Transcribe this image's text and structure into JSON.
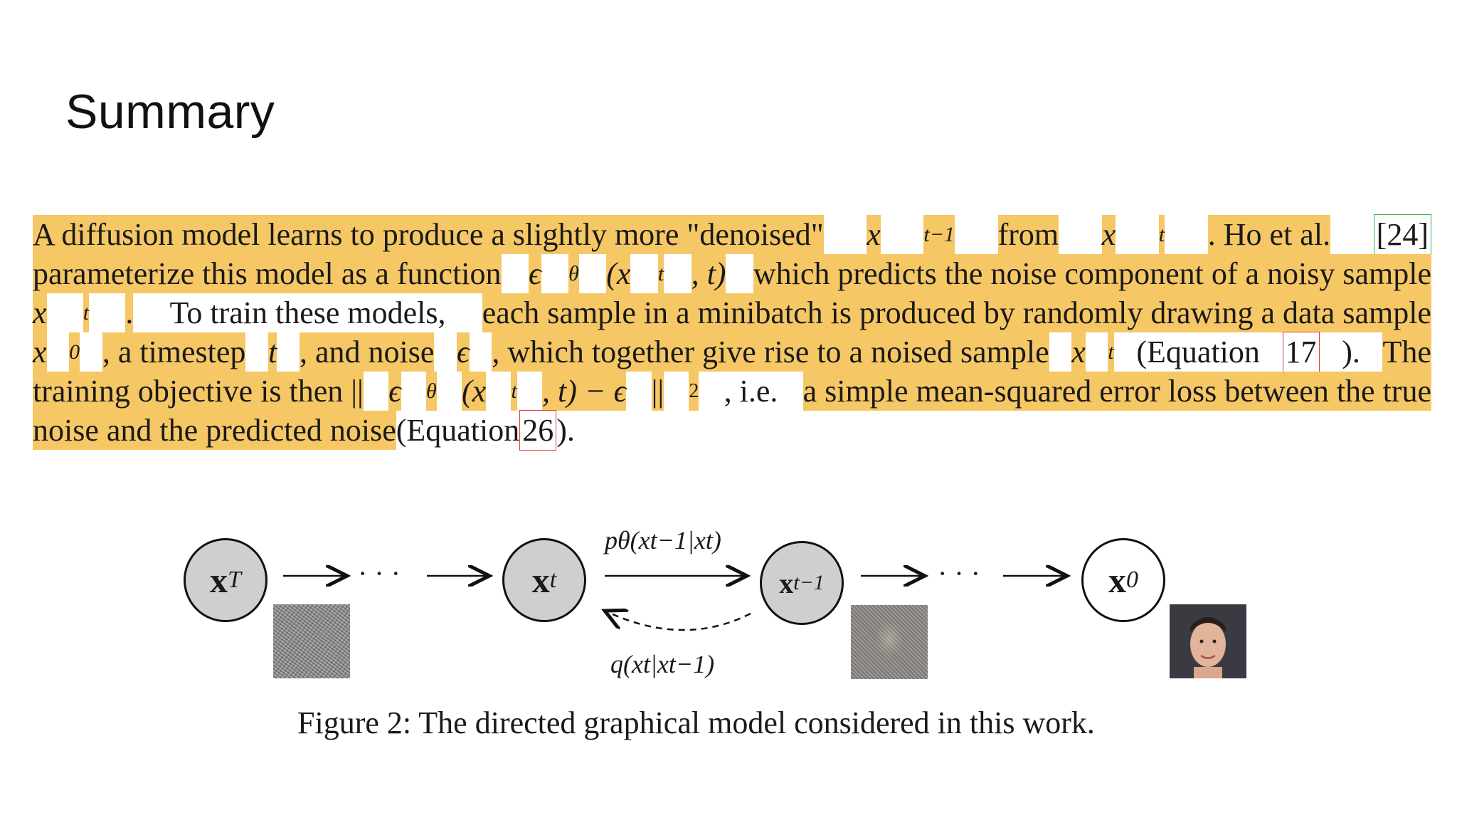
{
  "slide": {
    "title": "Summary"
  },
  "paper": {
    "lines": [
      {
        "id": "l1",
        "segments": [
          {
            "text": "A diffusion model learns to produce a slightly more \"denoised\" ",
            "style": "hl"
          },
          {
            "text": "x",
            "style": "hl math"
          },
          {
            "text": "t−1",
            "style": "hl sub"
          },
          {
            "text": " from ",
            "style": "hl"
          },
          {
            "text": "x",
            "style": "hl math"
          },
          {
            "text": "t",
            "style": "hl sub"
          },
          {
            "text": ". Ho et al. ",
            "style": "hl"
          },
          {
            "text": "[24]",
            "style": "plain ref-green"
          }
        ]
      },
      {
        "id": "l2",
        "segments": [
          {
            "text": "parameterize this model as a function ",
            "style": "hl"
          },
          {
            "text": "ϵ",
            "style": "hl math"
          },
          {
            "text": "θ",
            "style": "hl sub"
          },
          {
            "text": "(x",
            "style": "hl math"
          },
          {
            "text": "t",
            "style": "hl sub"
          },
          {
            "text": ", t)",
            "style": "hl math"
          },
          {
            "text": " which predicts the noise component of a noisy sample",
            "style": "hl"
          }
        ]
      },
      {
        "id": "l3",
        "segments": [
          {
            "text": "x",
            "style": "hl math"
          },
          {
            "text": "t",
            "style": "hl sub"
          },
          {
            "text": ".",
            "style": "hl"
          },
          {
            "text": " To train these models, ",
            "style": "plain"
          },
          {
            "text": "each sample in a minibatch is produced by randomly drawing a data sample",
            "style": "hl"
          }
        ]
      },
      {
        "id": "l4",
        "segments": [
          {
            "text": "x",
            "style": "hl math"
          },
          {
            "text": "0",
            "style": "hl sub"
          },
          {
            "text": ", a timestep ",
            "style": "hl"
          },
          {
            "text": "t",
            "style": "hl math"
          },
          {
            "text": ", and noise ",
            "style": "hl"
          },
          {
            "text": "ϵ",
            "style": "hl math"
          },
          {
            "text": ", which together give rise to a noised sample ",
            "style": "hl"
          },
          {
            "text": "x",
            "style": "hl math"
          },
          {
            "text": "t",
            "style": "hl sub"
          },
          {
            "text": " (Equation ",
            "style": "plain"
          },
          {
            "text": "17",
            "style": "plain ref-red"
          },
          {
            "text": "). ",
            "style": "plain"
          },
          {
            "text": "The",
            "style": "hl"
          }
        ]
      },
      {
        "id": "l5",
        "segments": [
          {
            "text": "training objective is then ||",
            "style": "hl"
          },
          {
            "text": "ϵ",
            "style": "hl math"
          },
          {
            "text": "θ",
            "style": "hl sub"
          },
          {
            "text": "(x",
            "style": "hl math"
          },
          {
            "text": "t",
            "style": "hl sub"
          },
          {
            "text": ", t) − ϵ",
            "style": "hl math"
          },
          {
            "text": "||",
            "style": "hl"
          },
          {
            "text": "2",
            "style": "hl sup"
          },
          {
            "text": ", i.e. ",
            "style": "plain"
          },
          {
            "text": "a simple mean-squared error loss between the true",
            "style": "hl"
          }
        ]
      },
      {
        "id": "l6",
        "last": true,
        "segments": [
          {
            "text": "noise and the predicted noise",
            "style": "hl"
          },
          {
            "text": " (Equation ",
            "style": "plain"
          },
          {
            "text": "26",
            "style": "plain ref-red"
          },
          {
            "text": ").",
            "style": "plain"
          }
        ]
      }
    ]
  },
  "figure": {
    "nodes": {
      "xT": {
        "main": "x",
        "sub": "T"
      },
      "xt": {
        "main": "x",
        "sub": "t"
      },
      "xtm1": {
        "main": "x",
        "sub": "t−1"
      },
      "x0": {
        "main": "x",
        "sub": "0"
      }
    },
    "dots_1": "· · ·",
    "dots_2": "· · ·",
    "label_reverse": "pθ(xt−1|xt)",
    "label_forward": "q(xt|xt−1)",
    "caption": "Figure 2: The directed graphical model considered in this work.",
    "images": {
      "noise": "pure-noise-image",
      "noisy_face": "partially-denoised-face-image",
      "clean_face": "clean-face-photo"
    }
  },
  "colors": {
    "highlight": "#f6c765",
    "node_fill_gray": "#cfcfcf",
    "ref_green": "#2bb34a",
    "ref_red": "#e23a3a"
  }
}
